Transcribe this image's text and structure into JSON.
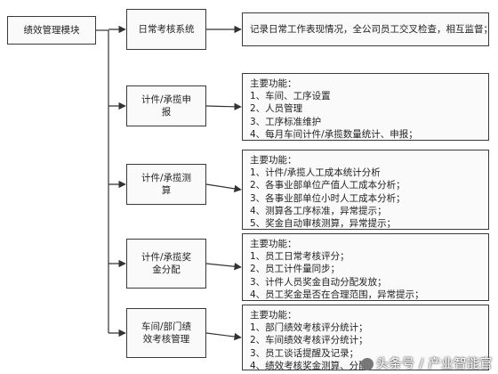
{
  "root": {
    "label": "绩效管理模块"
  },
  "modules": [
    {
      "name_lines": [
        "日常考核系统"
      ],
      "desc_lines": [
        "记录日常工作表现情况，全公司员工交叉检查，相互监督；"
      ]
    },
    {
      "name_lines": [
        "计件/承揽申",
        "报"
      ],
      "desc_lines": [
        "主要功能：",
        "1、车间、工序设置",
        "2、人员管理",
        "3、工序标准维护",
        "4、每月车间计件/承揽数量统计、申报；"
      ]
    },
    {
      "name_lines": [
        "计件/承揽测",
        "算"
      ],
      "desc_lines": [
        "主要功能：",
        "1、计件/承揽人工成本统计分析",
        "2、各事业部单位产值人工成本分析；",
        "3、各事业部单位小时人工成本分析；",
        "4、测算各工序标准，异常提示；",
        "5、奖金自动审核测算，异常提示；"
      ]
    },
    {
      "name_lines": [
        "计件/承揽奖",
        "金分配"
      ],
      "desc_lines": [
        "主要功能：",
        "1、员工日常考核评分；",
        "2、员工计件量同步；",
        "3、计件人员奖金自动分配发放；",
        "4、员工奖金是否在合理范围，异常提示；"
      ]
    },
    {
      "name_lines": [
        "车间/部门绩",
        "效考核管理"
      ],
      "desc_lines": [
        "主要功能：",
        "1、部门绩效考核评分统计；",
        "2、车间绩效考核评分统计；",
        "3、员工谈话提醒及记录；",
        "4、绩效考核奖金测算、分配；"
      ]
    }
  ],
  "watermark": {
    "text": "头条号 / 产业智能官"
  }
}
